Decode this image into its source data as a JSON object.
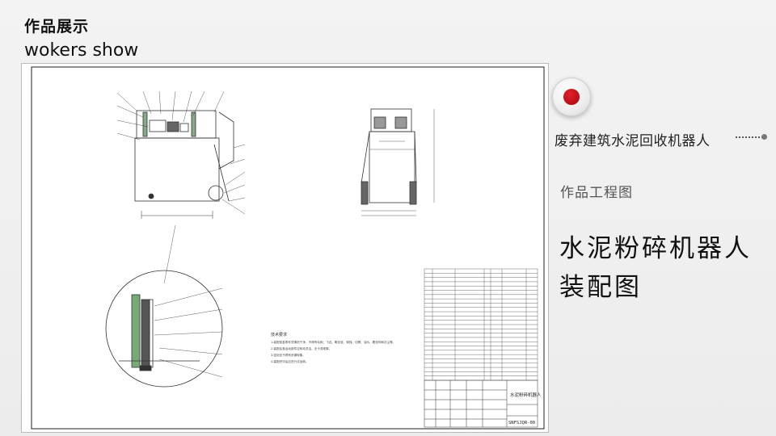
{
  "header": {
    "title": "作品展示",
    "subtitle": "wokers show"
  },
  "sidebar": {
    "project_title": "废弃建筑水泥回收机器人",
    "section_label": "作品工程图",
    "drawing_title_line1": "水泥粉碎机器人",
    "drawing_title_line2": "装配图"
  },
  "drawing": {
    "tech_req_title": "技术要求",
    "tech_notes": [
      "1.装配前各零件须清洗干净，不得有毛刺、飞边、氧化皮、锈蚀、切屑、油污、着色剂和灰尘等。",
      "2.装配后各运动部件应转动灵活，无卡滞现象。",
      "3.密封处不得有渗漏现象。",
      "4.装配完毕后应进行试运转。"
    ],
    "title_block": {
      "name": "水泥粉碎机器人",
      "code": "SNFSJQR-00"
    }
  },
  "colors": {
    "accent_red": "#c8101a",
    "text_dark": "#111111",
    "text_muted": "#555555"
  }
}
